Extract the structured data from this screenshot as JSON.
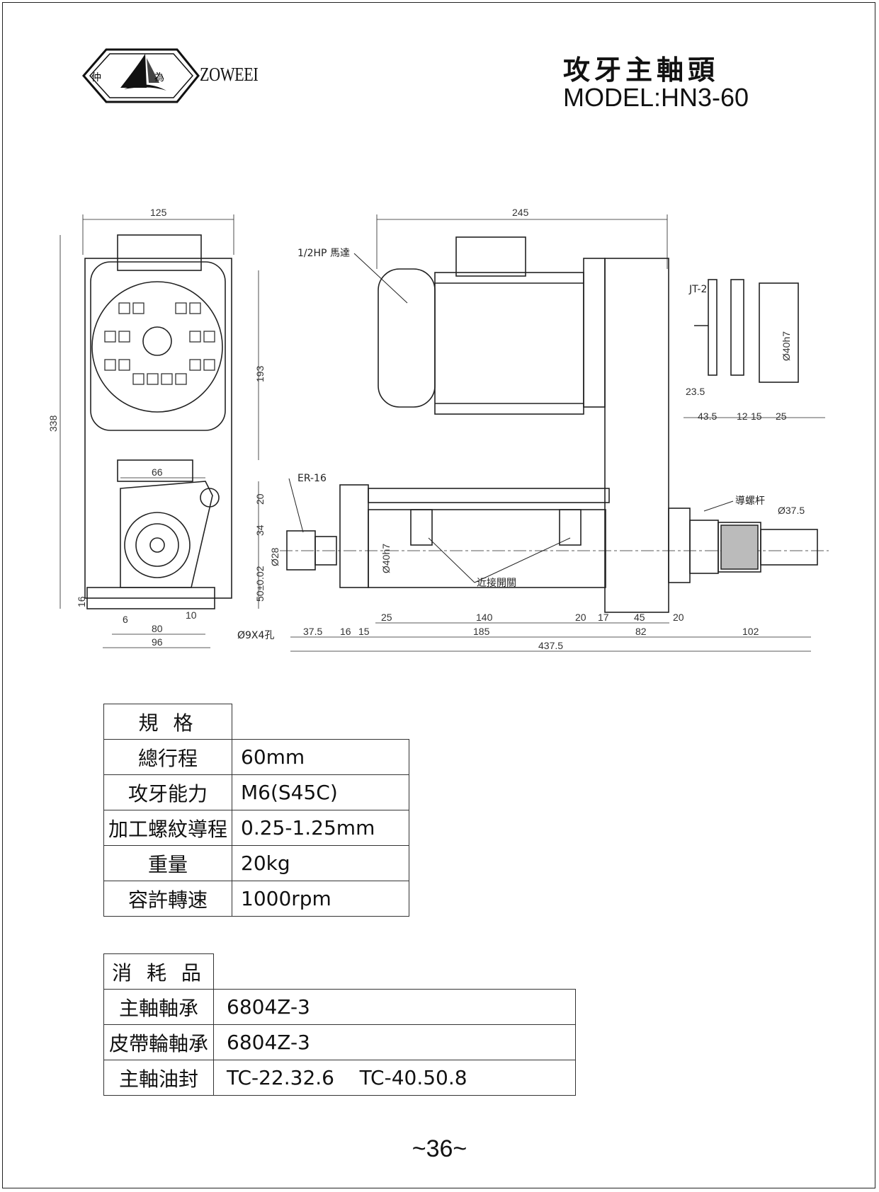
{
  "brand": {
    "name": "ZOWEEI",
    "seal_char_left": "仲",
    "seal_char_right": "為"
  },
  "title": {
    "cn": "攻牙主軸頭",
    "model": "MODEL:HN3-60"
  },
  "labels": {
    "motor": "1/2HP 馬達",
    "collet": "ER-16",
    "jt": "JT-2",
    "lead_screw": "導螺杆",
    "proximity": "近接開關",
    "holes": "Ø9X4孔"
  },
  "dims": {
    "w125": "125",
    "h338": "338",
    "h193": "193",
    "w66": "66",
    "h20": "20",
    "h34": "34",
    "h50": "50±0.02",
    "h16": "16",
    "w6": "6",
    "w10": "10",
    "w80": "80",
    "w96": "96",
    "w245": "245",
    "d40a": "Ø40h7",
    "d40b": "Ø40h7",
    "d28": "Ø28",
    "d37": "Ø37.5",
    "w23": "23.5",
    "w43": "43.5",
    "w12": "12",
    "w15a": "15",
    "w25a": "25",
    "w25b": "25",
    "w140": "140",
    "w20a": "20",
    "w17": "17",
    "w45": "45",
    "w20b": "20",
    "w37": "37.5",
    "w16": "16",
    "w15b": "15",
    "w185": "185",
    "w82": "82",
    "w102": "102",
    "w437": "437.5"
  },
  "spec": {
    "header": "規 格",
    "rows": [
      {
        "key": "總行程",
        "value": "60mm"
      },
      {
        "key": "攻牙能力",
        "value": "M6(S45C)"
      },
      {
        "key": "加工螺紋導程",
        "value": "0.25-1.25mm"
      },
      {
        "key": "重量",
        "value": "20kg"
      },
      {
        "key": "容許轉速",
        "value": "1000rpm"
      }
    ]
  },
  "consumables": {
    "header": "消 耗 品",
    "rows": [
      {
        "key": "主軸軸承",
        "value": "6804Z-3"
      },
      {
        "key": "皮帶輪軸承",
        "value": "6804Z-3"
      },
      {
        "key": "主軸油封",
        "value": "TC-22.32.6    TC-40.50.8"
      }
    ]
  },
  "page_number": "~36~"
}
